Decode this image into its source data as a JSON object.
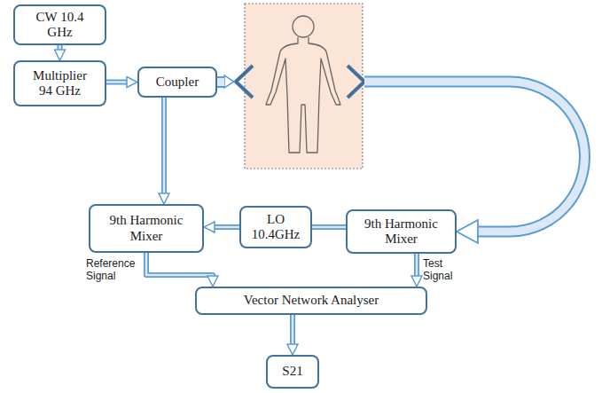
{
  "diagram": {
    "nodes": [
      {
        "text": [
          "CW 10.4 GHz"
        ]
      },
      {
        "text": [
          "Multiplier 94 GHz"
        ]
      },
      {
        "text": [
          "Coupler"
        ]
      },
      {
        "text": [
          "9th Harmonic Mixer"
        ]
      },
      {
        "text": [
          "LO 10.4GHz"
        ]
      },
      {
        "text": [
          "9th Harmonic Mixer"
        ]
      },
      {
        "text": [
          "Vector Network Analyser"
        ]
      },
      {
        "text": [
          "S21"
        ]
      }
    ],
    "edges": [
      {
        "from": 0,
        "to": 1,
        "arrow": "to"
      },
      {
        "from": 1,
        "to": 2,
        "arrow": "to"
      },
      {
        "from": 2,
        "to": 3,
        "arrow": "to"
      },
      {
        "from": 2,
        "to": 5,
        "arrow": "to"
      },
      {
        "from": 4,
        "to": 3,
        "arrow": "to"
      },
      {
        "from": 4,
        "to": 5,
        "arrow": "none"
      },
      {
        "from": 3,
        "to": 6,
        "label": "Reference Signal",
        "arrow": "to"
      },
      {
        "from": 5,
        "to": 6,
        "label": "Test Signal",
        "arrow": "to"
      },
      {
        "from": 6,
        "to": 7,
        "arrow": "to"
      }
    ]
  }
}
